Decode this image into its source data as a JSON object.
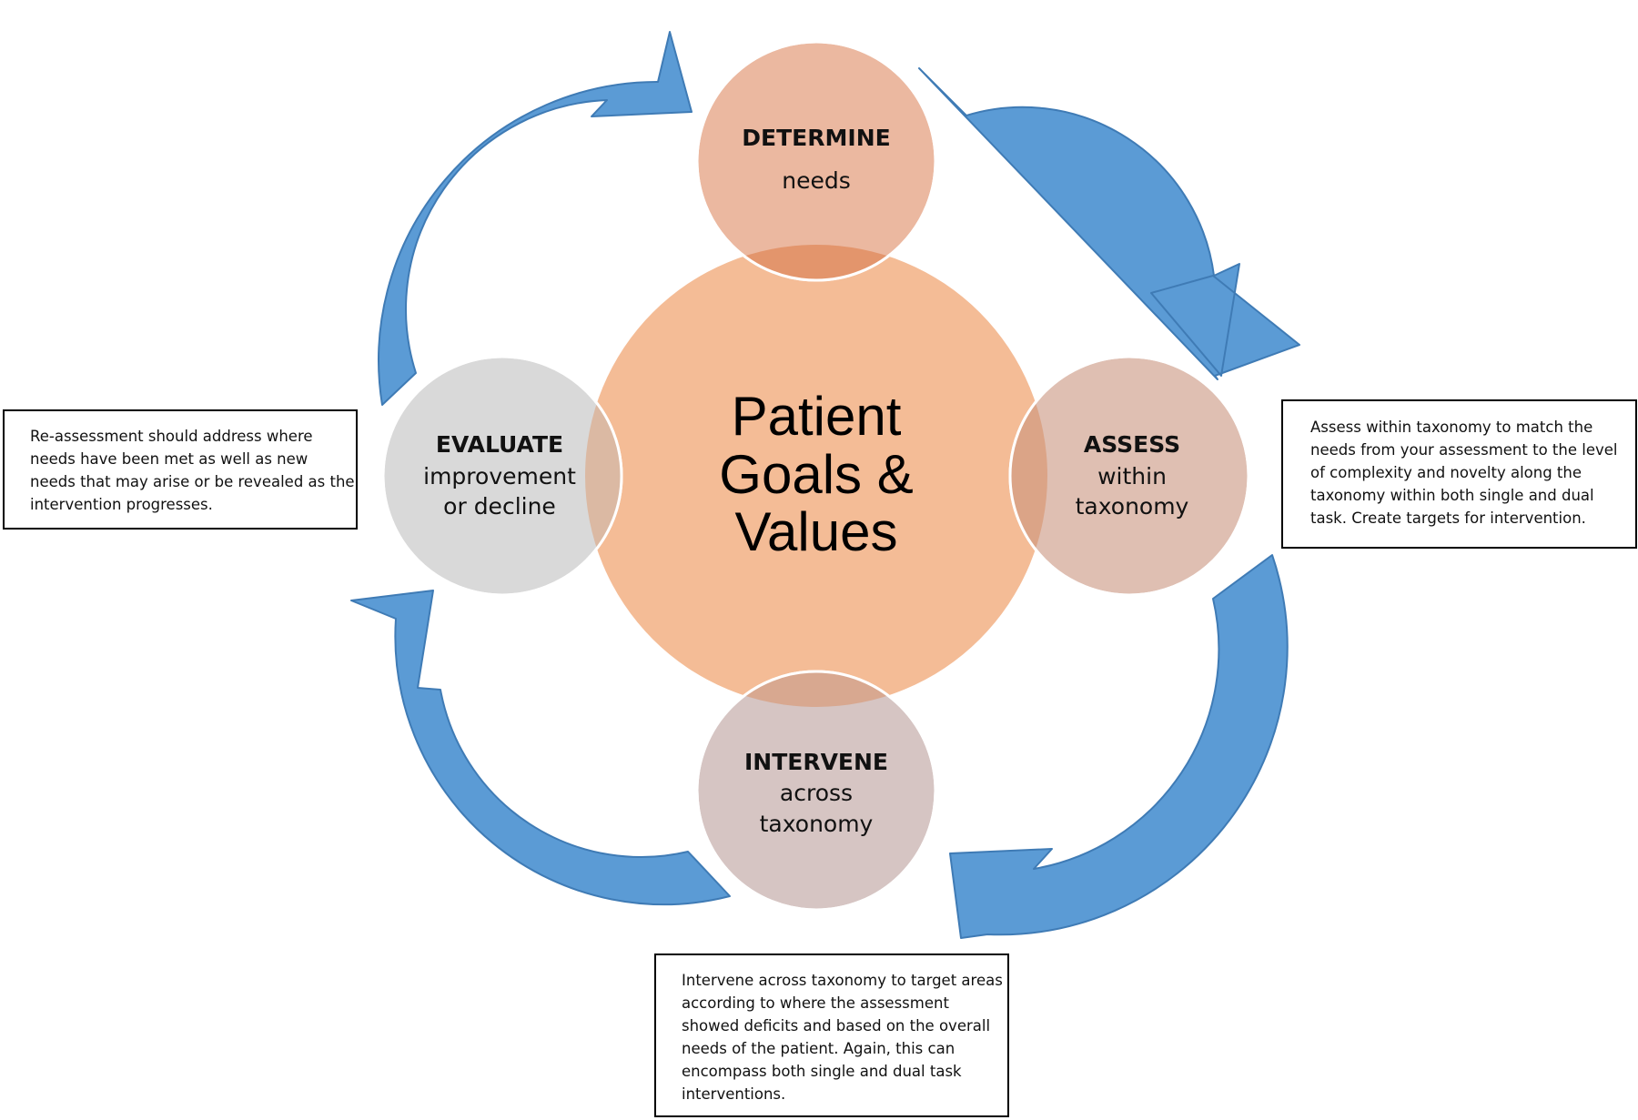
{
  "colors": {
    "arrow_fill": "#5b9bd5",
    "arrow_stroke": "#3f7bb5",
    "center_fill": "#f4bc96",
    "determine_fill": "#ebb8a0",
    "assess_fill": "#dfbfb2",
    "intervene_fill": "#d6c5c3",
    "evaluate_fill": "#d9d9d9",
    "overlap_determine": "#e3956c",
    "overlap_assess": "#dba487",
    "overlap_intervene": "#d8a890",
    "overlap_evaluate": "#dbb9a3"
  },
  "center": {
    "lines": [
      "Patient",
      "Goals &",
      "Values"
    ]
  },
  "nodes": {
    "determine": {
      "title": "DETERMINE",
      "lines": [
        "needs"
      ]
    },
    "assess": {
      "title": "ASSESS",
      "lines": [
        "within",
        "taxonomy"
      ]
    },
    "intervene": {
      "title": "INTERVENE",
      "lines": [
        "across",
        "taxonomy"
      ]
    },
    "evaluate": {
      "title": "EVALUATE",
      "lines": [
        "improvement",
        "or decline"
      ]
    }
  },
  "notes": {
    "evaluate": {
      "lines": [
        "Re-assessment should address where",
        "needs have been met as well as new",
        "needs that may arise or be revealed as the",
        "intervention progresses."
      ]
    },
    "assess": {
      "lines": [
        "Assess within taxonomy to match the",
        "needs from your assessment to the level",
        "of complexity and novelty along the",
        "taxonomy within both single and dual",
        "task. Create targets for intervention."
      ]
    },
    "intervene": {
      "lines": [
        "Intervene across taxonomy to target areas",
        "according to where the assessment",
        "showed deficits and based on the overall",
        "needs of the patient. Again, this can",
        "encompass both single and dual task",
        "interventions."
      ]
    }
  }
}
